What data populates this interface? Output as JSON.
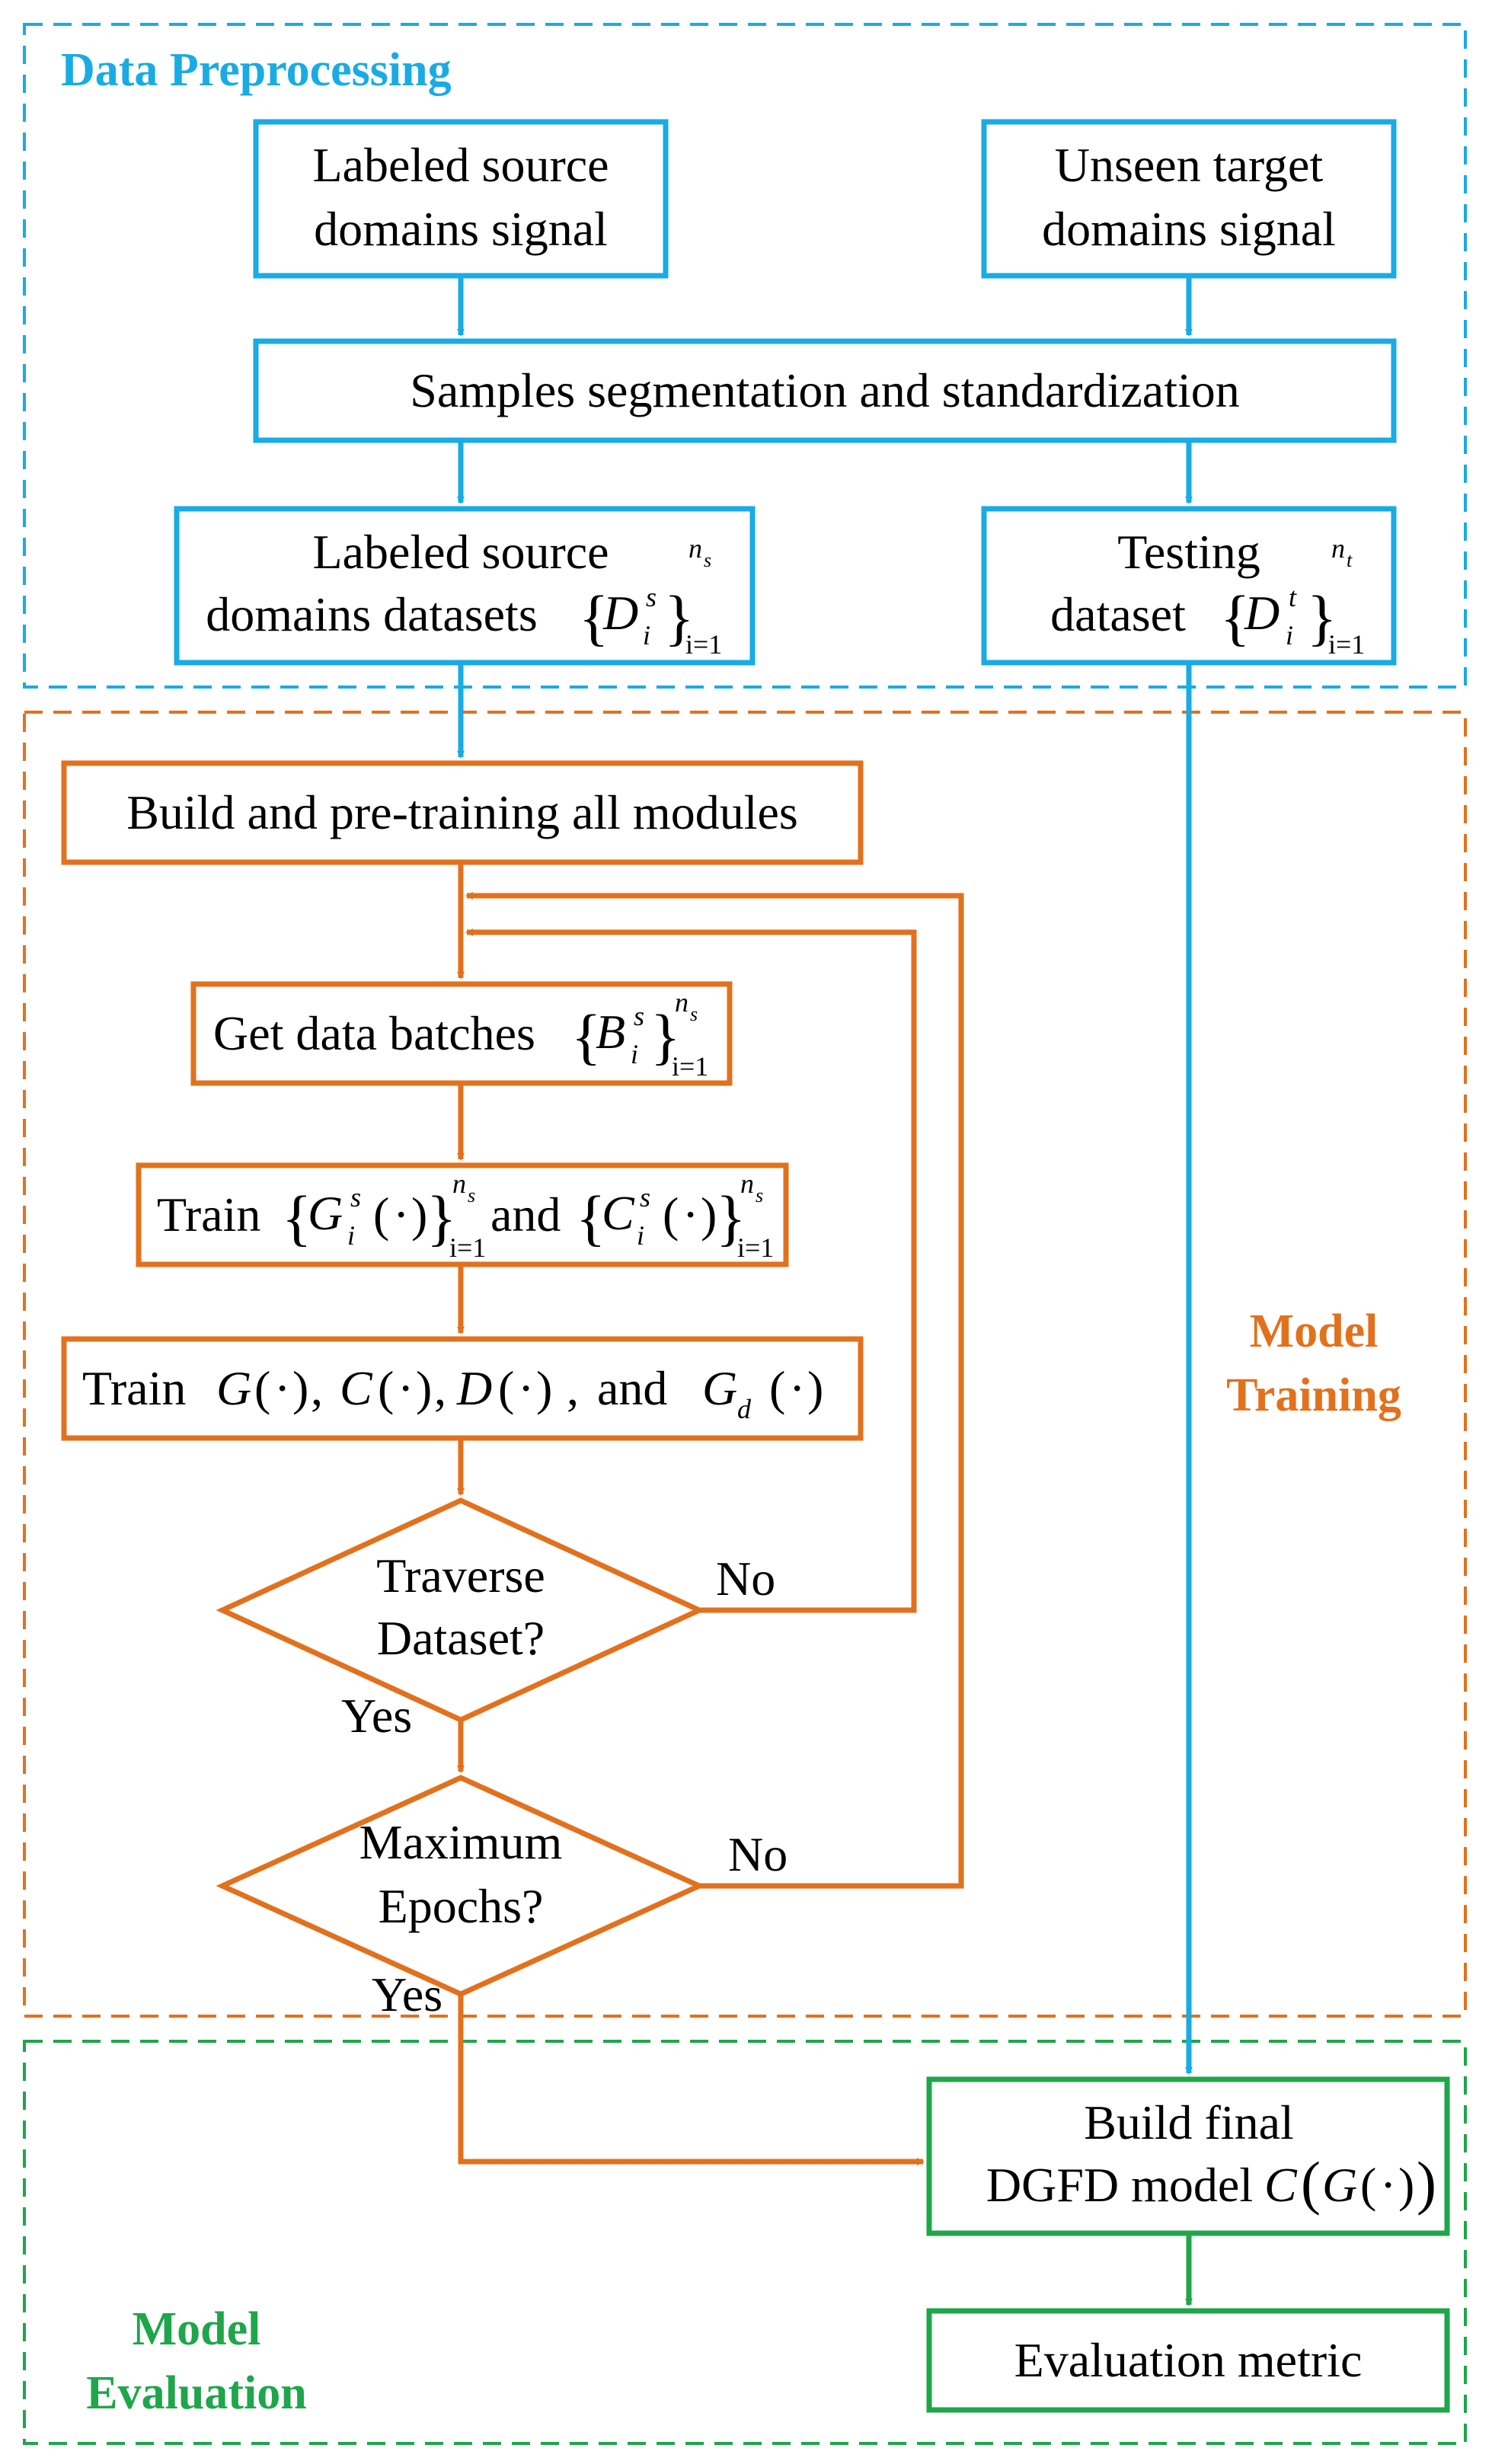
{
  "colors": {
    "preprocessing": "#19abe4",
    "training": "#e2711d",
    "evaluation": "#1fa64a"
  },
  "sections": {
    "preprocessing": "Data Preprocessing",
    "training_line1": "Model",
    "training_line2": "Training",
    "evaluation_line1": "Model",
    "evaluation_line2": "Evaluation"
  },
  "nodes": {
    "source_signal_l1": "Labeled source",
    "source_signal_l2": "domains signal",
    "target_signal_l1": "Unseen target",
    "target_signal_l2": "domains signal",
    "segmentation": "Samples segmentation and standardization",
    "source_datasets_l1": "Labeled source",
    "source_datasets_l2": "domains datasets",
    "testing_l1": "Testing",
    "testing_l2": "dataset",
    "pretrain": "Build and pre-training all modules",
    "batches": "Get data batches",
    "train1_a": "Train",
    "train1_b": "and",
    "train2_a": "Train",
    "train2_b": "and",
    "traverse_l1": "Traverse",
    "traverse_l2": "Dataset?",
    "maxepochs_l1": "Maximum",
    "maxepochs_l2": "Epochs?",
    "final_l1": "Build final",
    "final_l2": "DGFD model",
    "metric": "Evaluation metric"
  },
  "edge_labels": {
    "traverse_no": "No",
    "traverse_yes": "Yes",
    "epochs_no": "No",
    "epochs_yes": "Yes"
  },
  "math": {
    "D": "D",
    "B": "B",
    "G": "G",
    "C": "C",
    "Gd_sub": "d",
    "s": "s",
    "t": "t",
    "i": "i",
    "ns": "n",
    "ns_sub": "s",
    "nt_sub": "t",
    "i1": "i=1",
    "dot": "·",
    "lb": "{",
    "rb": "}",
    "lp": "(",
    "rp": ")",
    "comma": ","
  }
}
